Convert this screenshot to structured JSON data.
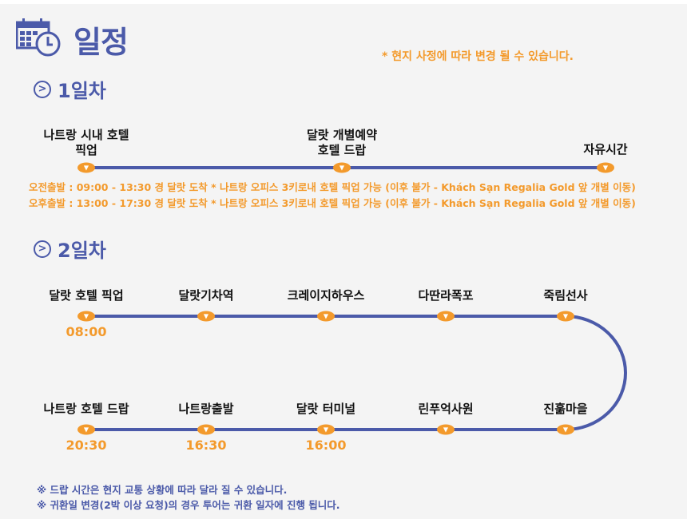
{
  "header": {
    "title": "일정",
    "notice": "* 현지 사정에 따라 변경 될 수 있습니다."
  },
  "day1": {
    "label": "1일차",
    "stops": [
      {
        "name": "나트랑 시내 호텔\n픽업"
      },
      {
        "name": "달랏 개별예약\n호텔 드랍"
      },
      {
        "name": "자유시간"
      }
    ],
    "info": [
      "오전출발 : 09:00 - 13:30 경 달랏 도착  * 나트랑 오피스 3키로내 호텔 픽업 가능 (이후 불가 - Khách Sạn Regalia Gold 앞 개별 이동)",
      "오후출발 :  13:00 - 17:30 경 달랏 도착  * 나트랑 오피스 3키로내 호텔 픽업 가능 (이후 불가 - Khách Sạn Regalia Gold 앞 개별 이동)"
    ]
  },
  "day2": {
    "label": "2일차",
    "row1": [
      {
        "name": "달랏 호텔 픽업",
        "time": "08:00"
      },
      {
        "name": "달랏기차역"
      },
      {
        "name": "크레이지하우스"
      },
      {
        "name": "다딴라폭포"
      },
      {
        "name": "죽림선사"
      }
    ],
    "row2": [
      {
        "name": "나트랑 호텔 드랍",
        "time": "20:30"
      },
      {
        "name": "나트랑출발",
        "time": "16:30"
      },
      {
        "name": "달랏 터미널",
        "time": "16:00"
      },
      {
        "name": "린푸억사원"
      },
      {
        "name": "진훎마을"
      }
    ]
  },
  "footnotes": [
    "※ 드랍 시간은 현지 교통 상황에 따라 달라 질 수 있습니다.",
    "※ 귀환일 변경(2박 이상 요청)의 경우 투어는 귀환 일자에 진행 됩니다."
  ],
  "colors": {
    "blue": "#4b5aa9",
    "orange": "#f39a2c"
  }
}
